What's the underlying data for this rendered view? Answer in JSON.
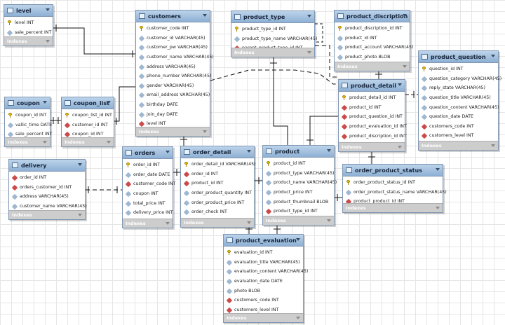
{
  "indexes_label": "Indexes",
  "tables": [
    {
      "id": "level",
      "name": "level",
      "columns": [
        {
          "label": "level INT",
          "kind": "pk"
        },
        {
          "label": "sale_percent INT",
          "kind": "col"
        }
      ]
    },
    {
      "id": "customers",
      "name": "customers",
      "columns": [
        {
          "label": "customer_code INT",
          "kind": "pk"
        },
        {
          "label": "customer_id VARCHAR(45)",
          "kind": "col"
        },
        {
          "label": "customer_pw VARCHAR(45)",
          "kind": "col"
        },
        {
          "label": "customer_name VARCHAR(45)",
          "kind": "col"
        },
        {
          "label": "address VARCHAR(45)",
          "kind": "col"
        },
        {
          "label": "phone_number VARCHAR(45)",
          "kind": "col"
        },
        {
          "label": "gender VARCHAR(45)",
          "kind": "col"
        },
        {
          "label": "email_address VARCHAR(45)",
          "kind": "col"
        },
        {
          "label": "birthday DATE",
          "kind": "col"
        },
        {
          "label": "join_day DATE",
          "kind": "col"
        },
        {
          "label": "level INT",
          "kind": "fk"
        }
      ]
    },
    {
      "id": "product_type",
      "name": "product_type",
      "columns": [
        {
          "label": "product_type_id INT",
          "kind": "pk"
        },
        {
          "label": "product_type_name VARCHAR(45)",
          "kind": "col"
        },
        {
          "label": "parent_product_type_id INT",
          "kind": "fk"
        }
      ]
    },
    {
      "id": "product_discription",
      "name": "product_discription",
      "columns": [
        {
          "label": "product_discription_id INT",
          "kind": "pk"
        },
        {
          "label": "product_id INT",
          "kind": "col"
        },
        {
          "label": "product_account VARCHAR(45)",
          "kind": "col"
        },
        {
          "label": "product_photo BLOB",
          "kind": "col"
        }
      ]
    },
    {
      "id": "product_question",
      "name": "product_question",
      "columns": [
        {
          "label": "question_id INT",
          "kind": "pk"
        },
        {
          "label": "question_category VARCHAR(45)",
          "kind": "col"
        },
        {
          "label": "reply_state VARCHAR(45)",
          "kind": "col"
        },
        {
          "label": "question_title VARCHAR(45)",
          "kind": "col"
        },
        {
          "label": "question_content VARCHAR(45)",
          "kind": "col"
        },
        {
          "label": "question_date DATE",
          "kind": "col"
        },
        {
          "label": "customers_code INT",
          "kind": "fk"
        },
        {
          "label": "customers_level INT",
          "kind": "fk"
        }
      ]
    },
    {
      "id": "product_detail",
      "name": "product_detail",
      "columns": [
        {
          "label": "product_detail_id INT",
          "kind": "pk"
        },
        {
          "label": "product_id INT",
          "kind": "fk"
        },
        {
          "label": "product_question_id INT",
          "kind": "fk"
        },
        {
          "label": "product_evaluation_id INT",
          "kind": "fk"
        },
        {
          "label": "product_discription_id INT",
          "kind": "fk"
        }
      ]
    },
    {
      "id": "coupon",
      "name": "coupon",
      "columns": [
        {
          "label": "coupon_id INT",
          "kind": "pk"
        },
        {
          "label": "vallic_time DATE",
          "kind": "col"
        },
        {
          "label": "sale_percent INT",
          "kind": "col"
        }
      ]
    },
    {
      "id": "coupon_list",
      "name": "coupon_list",
      "columns": [
        {
          "label": "coupon_list_id INT",
          "kind": "pk"
        },
        {
          "label": "customer_id INT",
          "kind": "fk"
        },
        {
          "label": "coupon_id INT",
          "kind": "fk"
        }
      ]
    },
    {
      "id": "delivery",
      "name": "delivery",
      "columns": [
        {
          "label": "order_id INT",
          "kind": "fk"
        },
        {
          "label": "orders_customer_id INT",
          "kind": "fk"
        },
        {
          "label": "address VARCHAR(45)",
          "kind": "col"
        },
        {
          "label": "customer_name VARCHAR(45)",
          "kind": "col"
        }
      ]
    },
    {
      "id": "orders",
      "name": "orders",
      "columns": [
        {
          "label": "order_id INT",
          "kind": "pk"
        },
        {
          "label": "order_date DATE",
          "kind": "col"
        },
        {
          "label": "customer_code INT",
          "kind": "fk"
        },
        {
          "label": "coupon INT",
          "kind": "col"
        },
        {
          "label": "total_price INT",
          "kind": "col"
        },
        {
          "label": "delivery_price INT",
          "kind": "col"
        }
      ]
    },
    {
      "id": "order_detail",
      "name": "order_detail",
      "columns": [
        {
          "label": "order_detail_id VARCHAR(45)",
          "kind": "pk"
        },
        {
          "label": "order_id INT",
          "kind": "fk"
        },
        {
          "label": "product_id INT",
          "kind": "fk"
        },
        {
          "label": "order_product_quantity INT",
          "kind": "col"
        },
        {
          "label": "order_product_price INT",
          "kind": "col"
        },
        {
          "label": "order_check INT",
          "kind": "col"
        }
      ]
    },
    {
      "id": "product",
      "name": "product",
      "columns": [
        {
          "label": "product_id INT",
          "kind": "pk"
        },
        {
          "label": "product_type VARCHAR(45)",
          "kind": "col"
        },
        {
          "label": "product_name VARCHAR(45)",
          "kind": "col"
        },
        {
          "label": "product_price INT",
          "kind": "col"
        },
        {
          "label": "product_thumbnail BLOB",
          "kind": "col"
        },
        {
          "label": "product_type_id INT",
          "kind": "fk"
        }
      ]
    },
    {
      "id": "order_product_status",
      "name": "order_product_status",
      "columns": [
        {
          "label": "order_product_status_id INT",
          "kind": "pk"
        },
        {
          "label": "order_product_status_name VARCHAR(45)",
          "kind": "col"
        },
        {
          "label": "product_product_id INT",
          "kind": "fk"
        }
      ]
    },
    {
      "id": "product_evaluation",
      "name": "product_evaluation",
      "columns": [
        {
          "label": "evaluation_id INT",
          "kind": "pk"
        },
        {
          "label": "evaluation_title VARCHAR(45)",
          "kind": "col"
        },
        {
          "label": "evaluation_content VARCHAR(45)",
          "kind": "col"
        },
        {
          "label": "evaluation_date DATE",
          "kind": "col"
        },
        {
          "label": "photo BLOB",
          "kind": "col"
        },
        {
          "label": "customers_code INT",
          "kind": "fk"
        },
        {
          "label": "customers_level INT",
          "kind": "fk"
        }
      ]
    }
  ]
}
